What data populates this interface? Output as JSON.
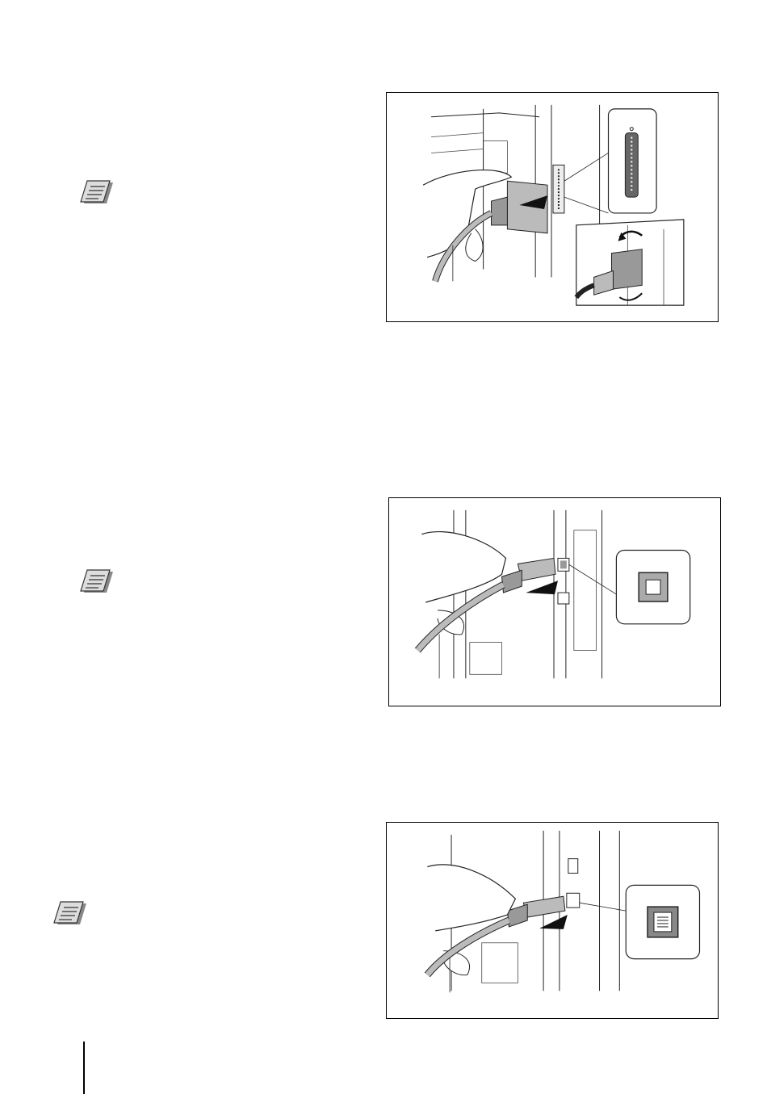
{
  "page": {
    "figures": [
      {
        "name": "parallel-cable-figure",
        "icon": "parallel-connector-icon"
      },
      {
        "name": "usb-cable-figure",
        "icon": "usb-b-port-icon"
      },
      {
        "name": "network-cable-figure",
        "icon": "rj45-port-icon"
      }
    ],
    "notes": [
      {
        "icon": "note-icon"
      },
      {
        "icon": "note-icon"
      },
      {
        "icon": "note-icon"
      }
    ]
  }
}
